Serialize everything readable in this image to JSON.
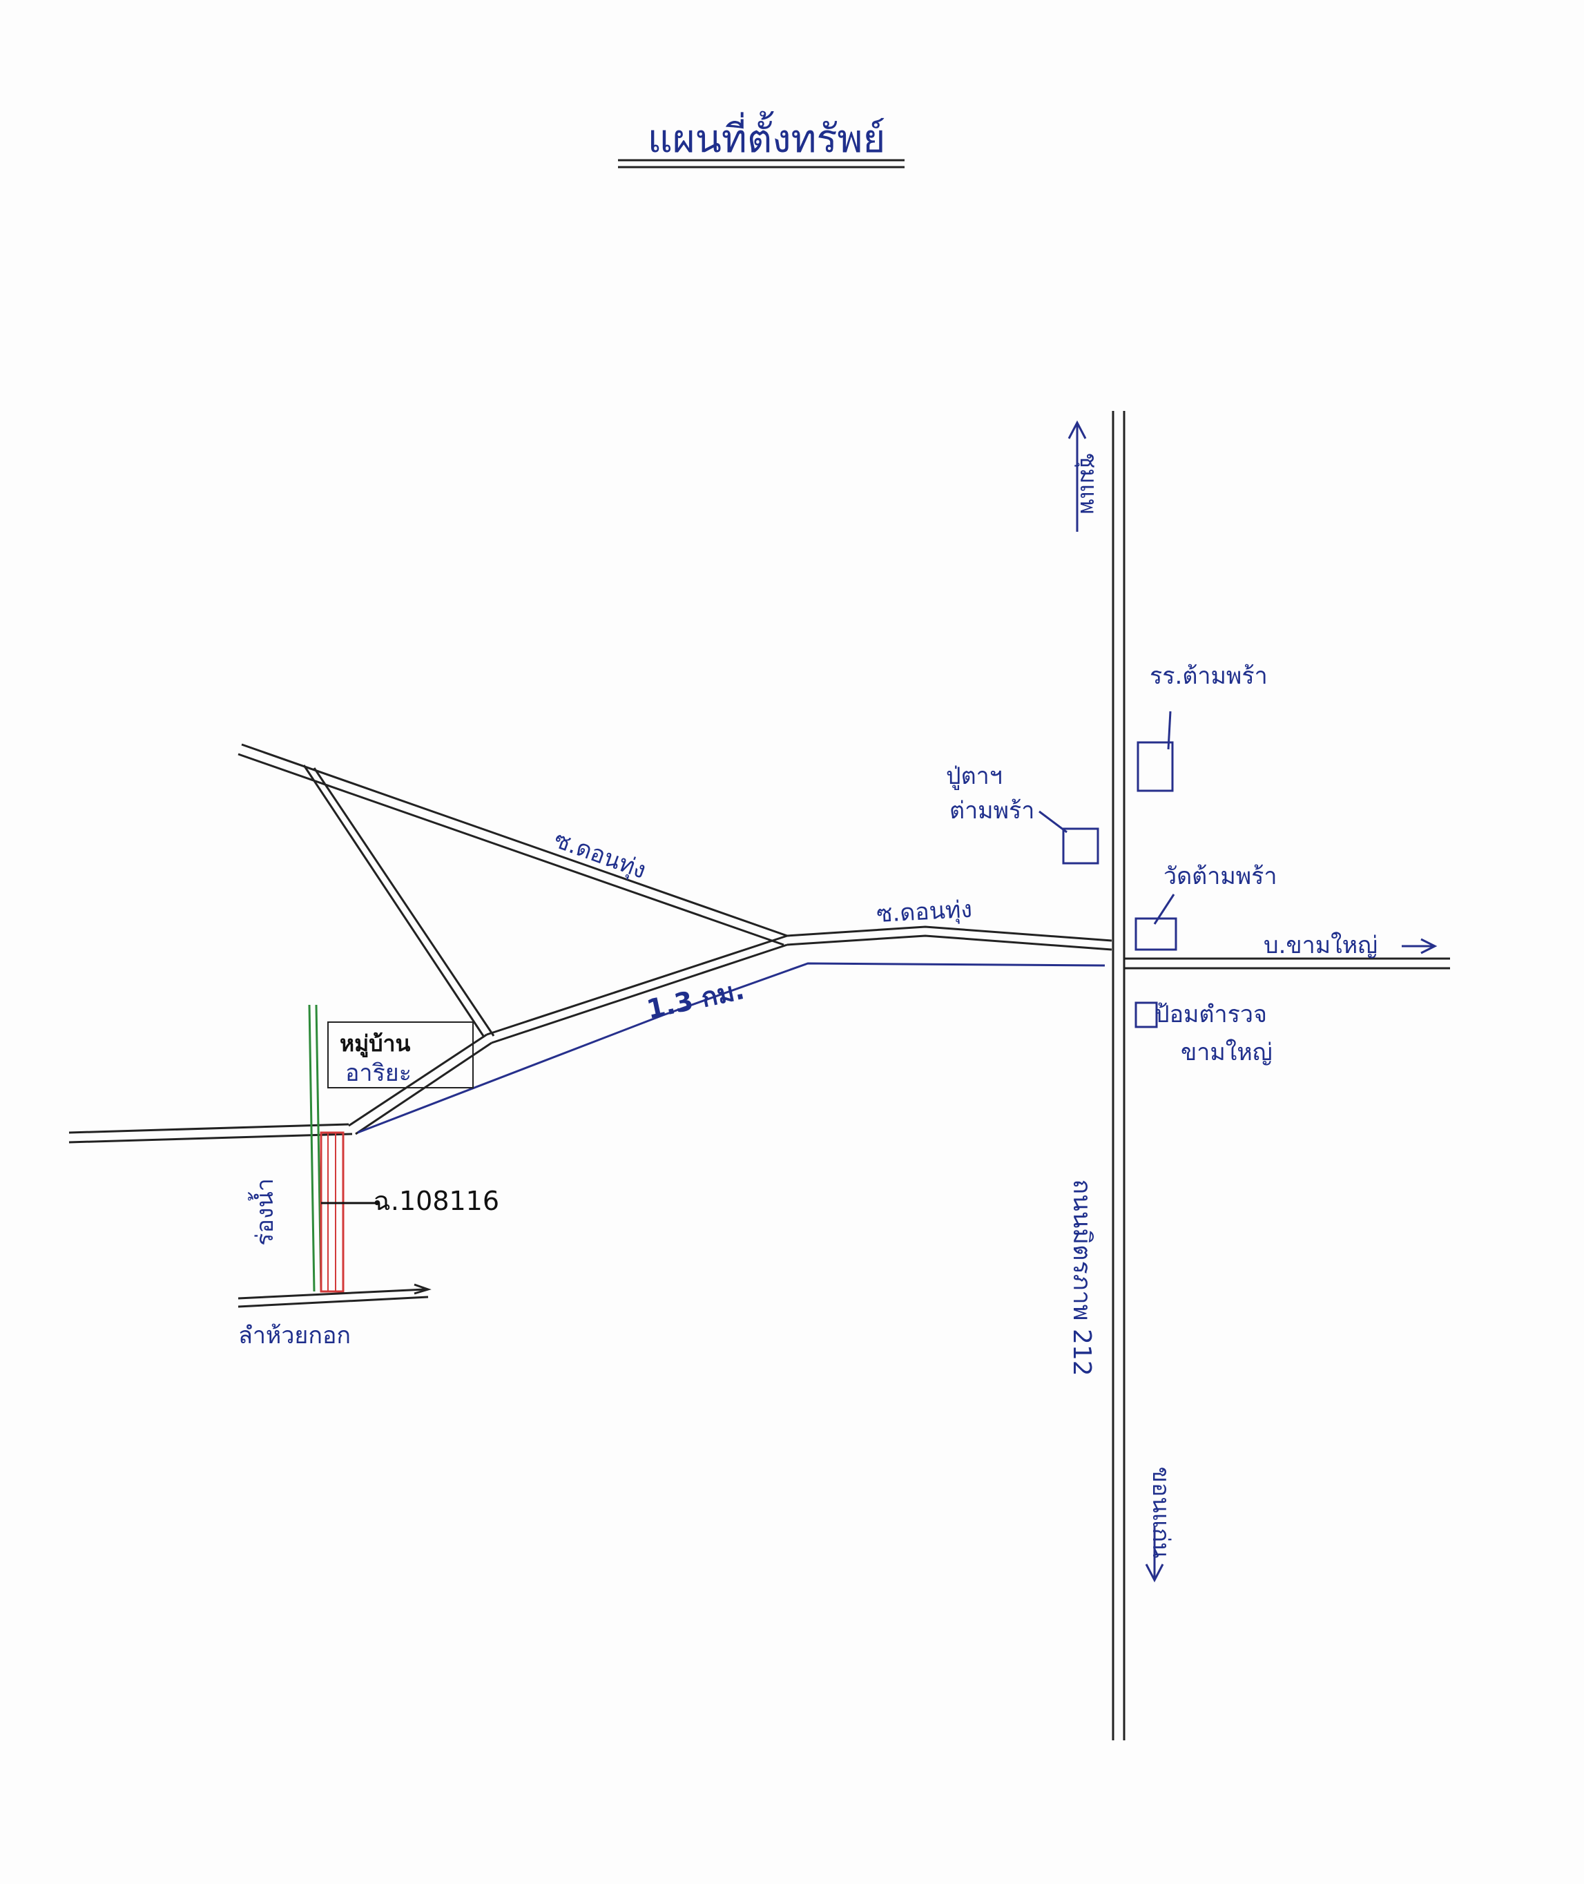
{
  "title": "แผนที่ตั้งทรัพย์",
  "labels": {
    "north_arrow_text": "ชุมแพ",
    "school": "รร.ต้ามพร้า",
    "subdistrict_office": [
      "ปู่ตาฯ",
      "ต่ามพร้า"
    ],
    "temple": "วัดต้ามพร้า",
    "village_east": "บ.ขามใหญ่",
    "police": [
      "ป้อมตำรวจ",
      "ขามใหญ่"
    ],
    "soi_diagonal": "ซ.ดอนทุ่ง",
    "soi_main": "ซ.ดอนทุ่ง",
    "distance": "1.3 กม.",
    "village_box": [
      "หมู่บ้าน",
      "อาริยะ"
    ],
    "canal": "ร่องน้ำ",
    "parcel": "ฉ.108116",
    "creek": "ลำห้วยกอก",
    "highway": "ถนนมิตรภาพ 212",
    "south_arrow_text": "ขอนแก่น"
  },
  "colors": {
    "ink_blue": "#26308c",
    "road_black": "#222222",
    "parcel_red": "#d23a3a",
    "canal_green": "#2e8b3a"
  }
}
